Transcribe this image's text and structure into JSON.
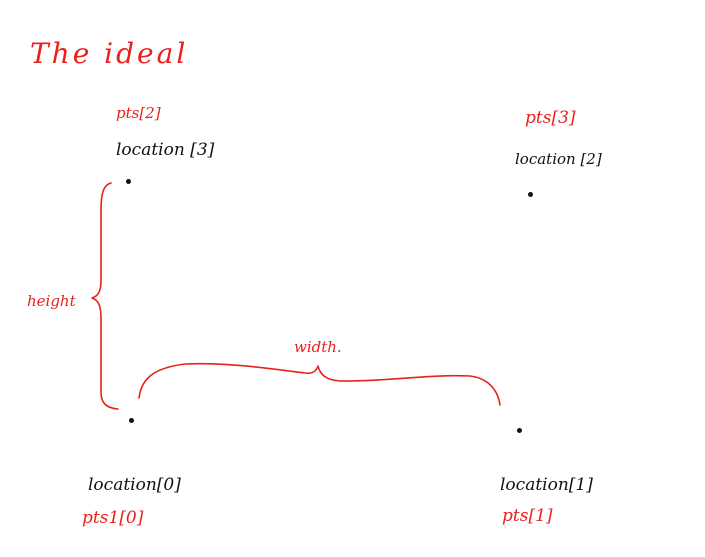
{
  "title": "The   ideal",
  "points": {
    "top_left": {
      "pts_label": "pts[2]",
      "location_label": "location [3]"
    },
    "top_right": {
      "pts_label": "pts[3]",
      "location_label": "location [2]"
    },
    "bottom_left": {
      "pts_label": "pts1[0]",
      "location_label": "location[0]"
    },
    "bottom_right": {
      "pts_label": "pts[1]",
      "location_label": "location[1]"
    }
  },
  "dimensions": {
    "height_label": "height",
    "width_label": "width."
  },
  "colors": {
    "annotation": "#e8211d",
    "ink": "#111111",
    "background": "#ffffff"
  }
}
